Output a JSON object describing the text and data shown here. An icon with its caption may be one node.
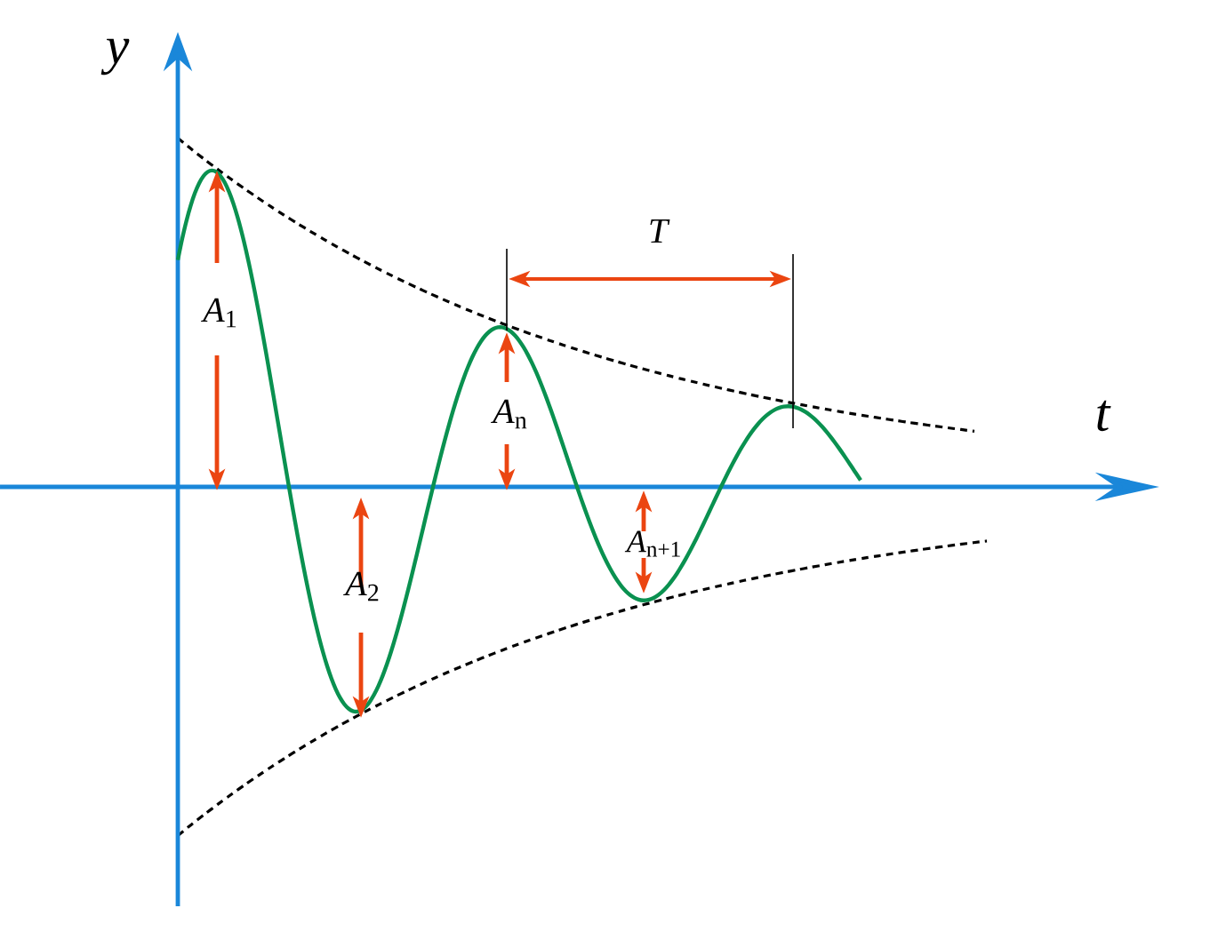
{
  "diagram": {
    "labels": [
      "y",
      "T",
      "*A*$_{1}$",
      "*A*$_{n}$",
      "t",
      "*A*$_{n+1}$",
      "*A*$_{2}$"
    ]
  }
}
